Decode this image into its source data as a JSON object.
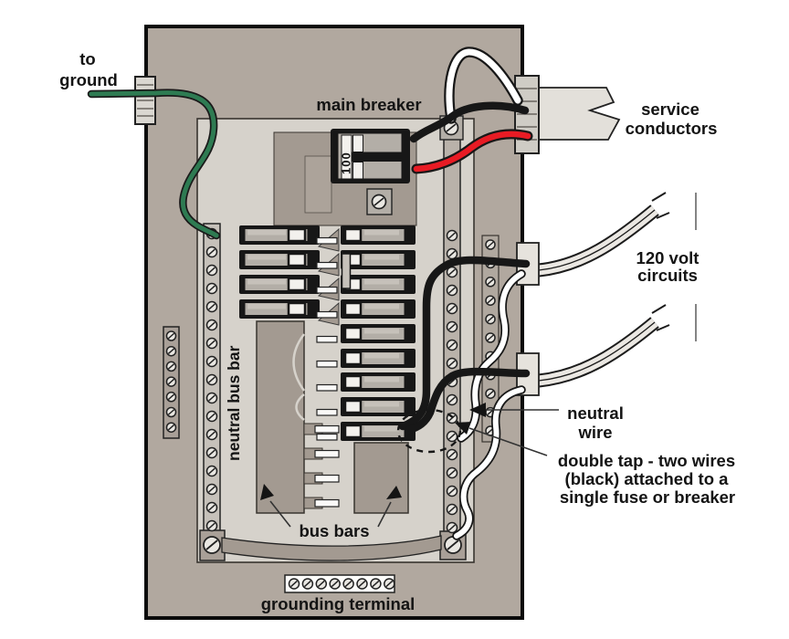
{
  "figure": {
    "type": "wiring-diagram",
    "subject": "electrical service panel interior with breakers, bus bars and wiring"
  },
  "labels": {
    "to_ground": [
      "to",
      "ground"
    ],
    "main_breaker": "main breaker",
    "main_breaker_rating": "100",
    "service_conductors": [
      "service",
      "conductors"
    ],
    "volt_circuits": [
      "120 volt",
      "circuits"
    ],
    "neutral_wire": [
      "neutral",
      "wire"
    ],
    "double_tap": [
      "double tap - two wires",
      "(black) attached to a",
      "single fuse or breaker"
    ],
    "neutral_bus_bar": "neutral bus bar",
    "bus_bars": "bus bars",
    "grounding_terminal": "grounding terminal"
  },
  "colors": {
    "panel": "#b1a89f",
    "inner_panel": "#d6d2cb",
    "bus_plate": "#a39a91",
    "breaker_black": "#171717",
    "breaker_body": "#b3aea7",
    "wire_green": "#2e7b52",
    "wire_red": "#e81b24",
    "wire_black": "#171717",
    "wire_white": "#ffffff",
    "label_text": "#141414"
  },
  "components": {
    "left_breaker_count": 4,
    "right_breaker_count": 9,
    "spare_positions": 4,
    "neutral_bus_screw_count": 17,
    "left_ground_strip_screw_count": 7,
    "right_bus_screw_count": 17,
    "right_short_strip_screw_count": 11,
    "grounding_terminal_screw_count": 8
  }
}
